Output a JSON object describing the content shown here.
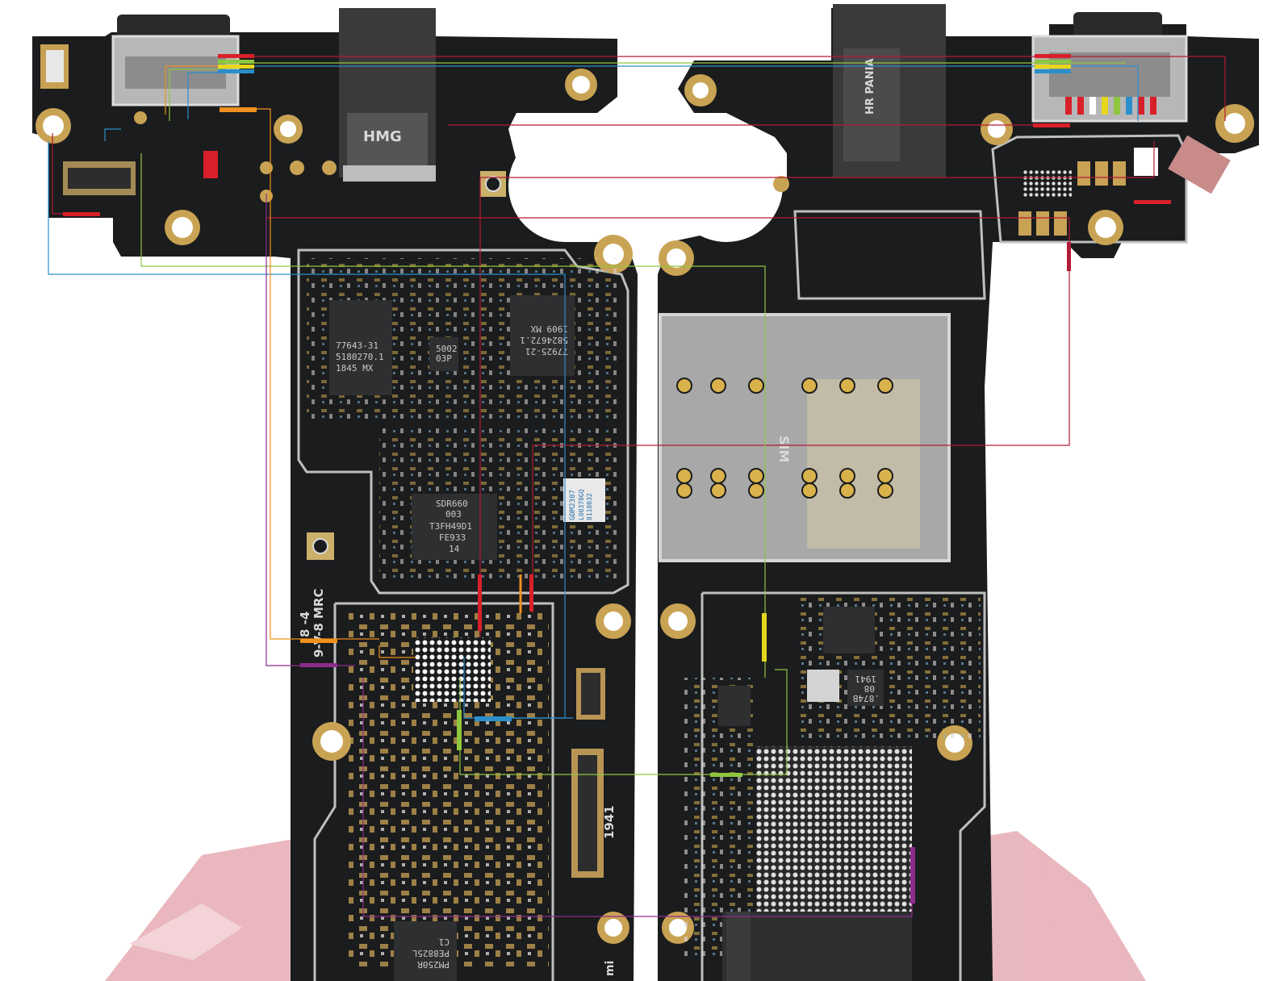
{
  "left_board": {
    "chip_a_lines": [
      "77643-31",
      "5180270.1",
      "1845    MX"
    ],
    "chip_b_lines": [
      "77925-21",
      "5824672.1",
      "1909    MX"
    ],
    "chip_c_lines": [
      "5002",
      "03P"
    ],
    "sdr_lines": [
      "SDR660",
      "003",
      "T3FH49D1",
      "FE933",
      "14"
    ],
    "label_lines": [
      "GDM2307",
      "L00370GQ",
      "8118032"
    ],
    "silk_rev": "9-V-8 MRC",
    "silk_digits": "8   -4",
    "silk_1941": "1941",
    "pmic_lines": [
      "PM250R",
      "PE8825L",
      "C1"
    ],
    "mi_logo": "mi",
    "jack_text": "HMG"
  },
  "right_board": {
    "jack_text": "HR PANIA",
    "chip_lines": [
      ".874B",
      "08",
      "1941"
    ],
    "sim_text": "SIM"
  },
  "colors": {
    "pcb": "#1b1c1d",
    "trace_red": "#b31b34",
    "trace_blue": "#2a8fcb",
    "trace_green": "#8fc63f",
    "trace_orange": "#f0901e",
    "trace_purple": "#8e2c8c",
    "watermark": "#e8b4ba"
  }
}
